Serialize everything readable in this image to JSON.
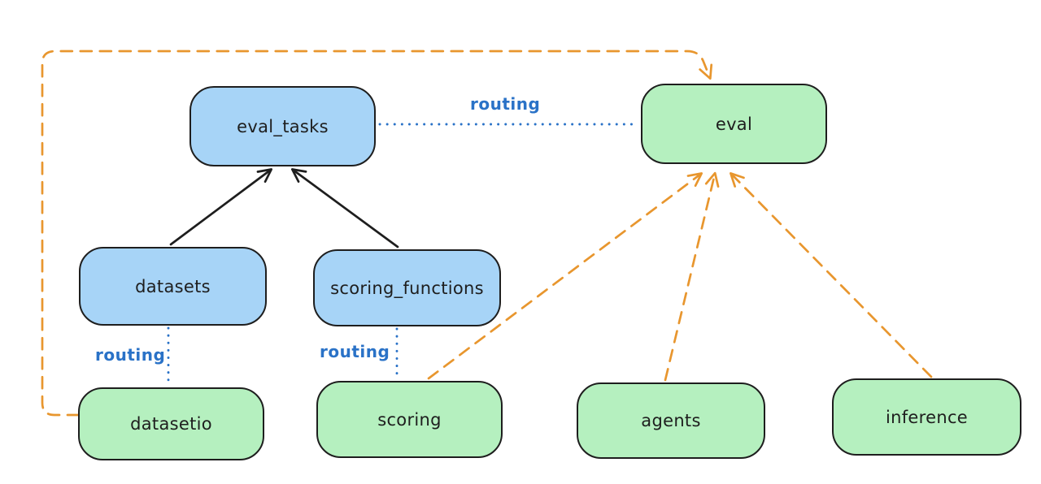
{
  "diagram": {
    "title": "",
    "nodes": [
      {
        "id": "eval_tasks",
        "label": "eval_tasks",
        "kind": "resource",
        "color": "#a7d4f7"
      },
      {
        "id": "eval",
        "label": "eval",
        "kind": "api",
        "color": "#b5f0bf"
      },
      {
        "id": "datasets",
        "label": "datasets",
        "kind": "resource",
        "color": "#a7d4f7"
      },
      {
        "id": "scoring_functions",
        "label": "scoring_functions",
        "kind": "resource",
        "color": "#a7d4f7"
      },
      {
        "id": "datasetio",
        "label": "datasetio",
        "kind": "api",
        "color": "#b5f0bf"
      },
      {
        "id": "scoring",
        "label": "scoring",
        "kind": "api",
        "color": "#b5f0bf"
      },
      {
        "id": "agents",
        "label": "agents",
        "kind": "api",
        "color": "#b5f0bf"
      },
      {
        "id": "inference",
        "label": "inference",
        "kind": "api",
        "color": "#b5f0bf"
      }
    ],
    "edges": [
      {
        "from": "datasets",
        "to": "eval_tasks",
        "style": "solid-black-arrow",
        "label": ""
      },
      {
        "from": "scoring_functions",
        "to": "eval_tasks",
        "style": "solid-black-arrow",
        "label": ""
      },
      {
        "from": "eval_tasks",
        "to": "eval",
        "style": "dotted-blue",
        "label": "routing"
      },
      {
        "from": "datasets",
        "to": "datasetio",
        "style": "dotted-blue",
        "label": "routing"
      },
      {
        "from": "scoring_functions",
        "to": "scoring",
        "style": "dotted-blue",
        "label": "routing"
      },
      {
        "from": "datasetio",
        "to": "eval",
        "style": "dashed-orange-arrow",
        "label": ""
      },
      {
        "from": "scoring",
        "to": "eval",
        "style": "dashed-orange-arrow",
        "label": ""
      },
      {
        "from": "agents",
        "to": "eval",
        "style": "dashed-orange-arrow",
        "label": ""
      },
      {
        "from": "inference",
        "to": "eval",
        "style": "dashed-orange-arrow",
        "label": ""
      }
    ],
    "colors": {
      "node_blue_fill": "#a7d4f7",
      "node_green_fill": "#b5f0bf",
      "node_stroke": "#1e1e1e",
      "arrow_black": "#1e1e1e",
      "routing_blue": "#2a72c7",
      "arrow_orange": "#e8962e",
      "background": "#ffffff"
    }
  }
}
